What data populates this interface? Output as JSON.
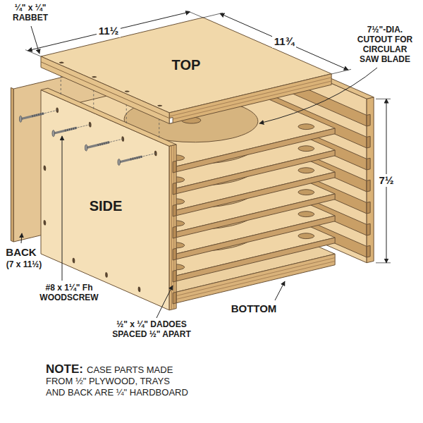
{
  "diagram": {
    "labels": [
      "¼\" x ¼\" RABBET",
      "11½",
      "11¾",
      "TOP",
      "7½\"-DIA. CUTOUT FOR CIRCULAR SAW BLADE",
      "7½",
      "SIDE",
      "BACK",
      "(7 x 11½)",
      "#8 x 1¼\" Fh WOODSCREW",
      "BOTTOM",
      "½\" x ¼\" DADOES SPACED ½\" APART",
      "NOTE:",
      "CASE PARTS MADE FROM ½\" PLYWOOD, TRAYS AND BACK ARE ¼\" HARDBOARD"
    ]
  }
}
